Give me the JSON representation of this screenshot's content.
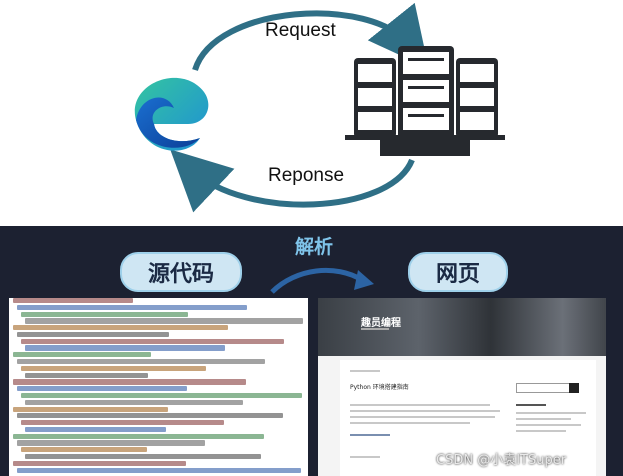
{
  "top": {
    "request_label": "Request",
    "response_label": "Reponse",
    "browser_icon": "edge-browser-icon",
    "server_icon": "server-rack-icon"
  },
  "bottom": {
    "source_label": "源代码",
    "parse_label": "解析",
    "web_label": "网页",
    "site_title": "趣员编程",
    "post_title": "Python 环境搭建指南",
    "watermark": "CSDN @小袁ITSuper"
  },
  "colors": {
    "arrow": "#2f6f86",
    "pill": "#cfe6f3",
    "dark_bg": "#1c2131",
    "server": "#26292e"
  }
}
